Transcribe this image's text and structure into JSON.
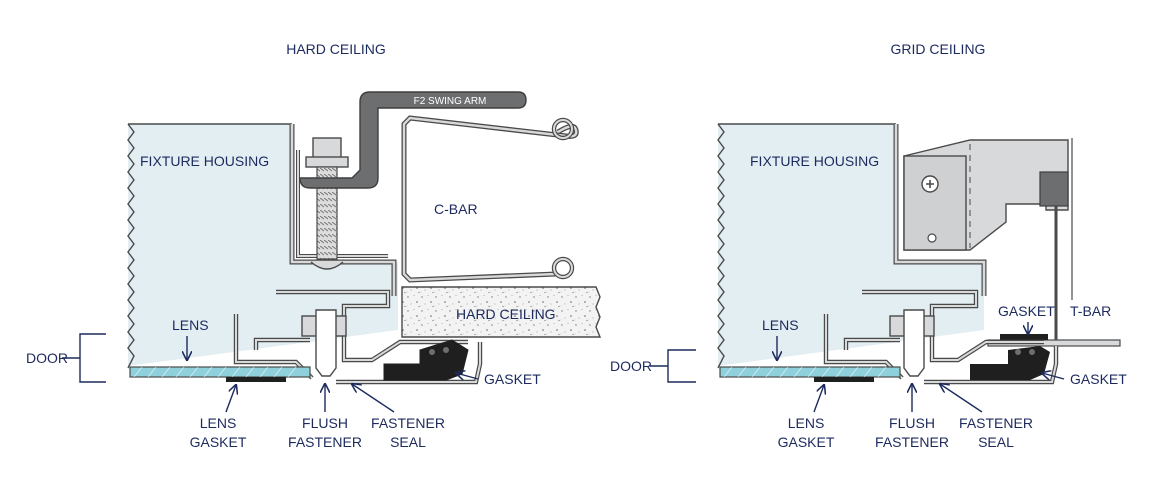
{
  "left_diagram": {
    "title": "HARD CEILING",
    "labels": {
      "swing_arm": "F2 SWING ARM",
      "fixture_housing": "FIXTURE HOUSING",
      "c_bar": "C-BAR",
      "hard_ceiling": "HARD CEILING",
      "lens": "LENS",
      "door": "DOOR",
      "gasket": "GASKET",
      "lens_gasket_line1": "LENS",
      "lens_gasket_line2": "GASKET",
      "flush_fastener_line1": "FLUSH",
      "flush_fastener_line2": "FASTENER",
      "fastener_seal_line1": "FASTENER",
      "fastener_seal_line2": "SEAL"
    }
  },
  "right_diagram": {
    "title": "GRID CEILING",
    "labels": {
      "fixture_housing": "FIXTURE HOUSING",
      "t_bar": "T-BAR",
      "gasket_top": "GASKET",
      "lens": "LENS",
      "door": "DOOR",
      "gasket": "GASKET",
      "lens_gasket_line1": "LENS",
      "lens_gasket_line2": "GASKET",
      "flush_fastener_line1": "FLUSH",
      "flush_fastener_line2": "FASTENER",
      "fastener_seal_line1": "FASTENER",
      "fastener_seal_line2": "SEAL"
    }
  },
  "colors": {
    "housing_fill": "#e3eef3",
    "lens_fill": "#8fd0dd",
    "metal_dark": "#6d6e70",
    "metal_light": "#d8d9da",
    "gasket_fill": "#1f1f1f",
    "label_text": "#1c2a5e"
  }
}
